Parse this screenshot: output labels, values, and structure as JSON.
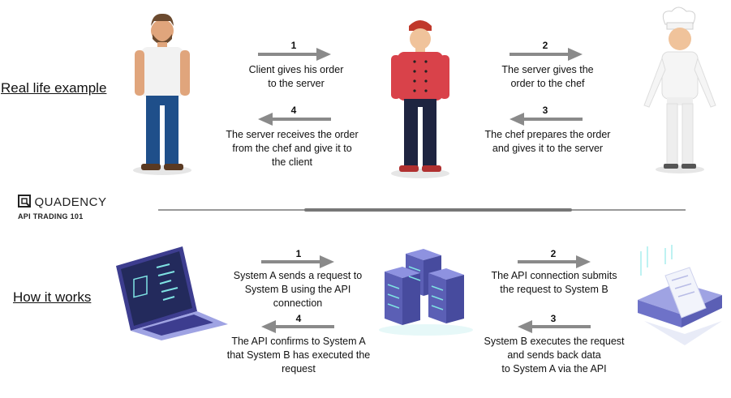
{
  "sections": {
    "top_label": "Real life example",
    "bottom_label": "How it works"
  },
  "brand": {
    "name": "QUADENCY",
    "subtitle": "API TRADING 101"
  },
  "top_steps": [
    {
      "number": "1",
      "text_lines": [
        "Client gives his order",
        "to the server"
      ]
    },
    {
      "number": "2",
      "text_lines": [
        "The server gives the",
        "order to the chef"
      ]
    },
    {
      "number": "3",
      "text_lines": [
        "The chef prepares the order",
        "and gives it to the server"
      ]
    },
    {
      "number": "4",
      "text_lines": [
        "The server receives the order",
        "from the chef and give it to",
        "the client"
      ]
    }
  ],
  "bottom_steps": [
    {
      "number": "1",
      "text_lines": [
        "System A sends a request to",
        "System B using the API",
        "connection"
      ]
    },
    {
      "number": "2",
      "text_lines": [
        "The API connection submits",
        "the request to System B"
      ]
    },
    {
      "number": "3",
      "text_lines": [
        "System B executes the request",
        "and sends back data",
        "to System A via the API"
      ]
    },
    {
      "number": "4",
      "text_lines": [
        "The API confirms to System A",
        "that System B has executed the",
        "request"
      ]
    }
  ],
  "colors": {
    "arrow": "#8a8a8a",
    "server_purple": "#5b5fb5",
    "laptop_dark": "#3d3d8f",
    "cyan_accent": "#7fe3e3"
  }
}
